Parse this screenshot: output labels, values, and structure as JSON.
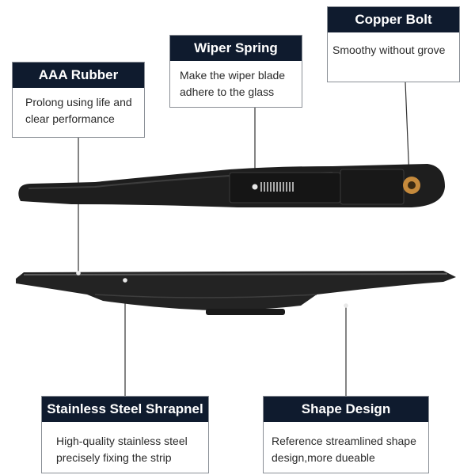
{
  "callouts": {
    "aaa_rubber": {
      "title": "AAA Rubber",
      "lines": [
        "Prolong using life and",
        "clear performance"
      ]
    },
    "wiper_spring": {
      "title": "Wiper Spring",
      "lines": [
        "Make the wiper blade",
        "adhere to the glass"
      ]
    },
    "copper_bolt": {
      "title": "Copper Bolt",
      "lines": [
        "Smoothy without grove"
      ]
    },
    "steel": {
      "title": "Stainless Steel Shrapnel",
      "lines": [
        "High-quality stainless steel",
        "precisely fixing the strip"
      ]
    },
    "shape": {
      "title": "Shape Design",
      "lines": [
        "Reference streamlined shape",
        "design,more dueable"
      ]
    }
  },
  "colors": {
    "header_bg": "#0f1b2e",
    "arm": "#1e1e1e",
    "blade": "#232323",
    "copper": "#c58a3c",
    "leader": "#333333"
  }
}
